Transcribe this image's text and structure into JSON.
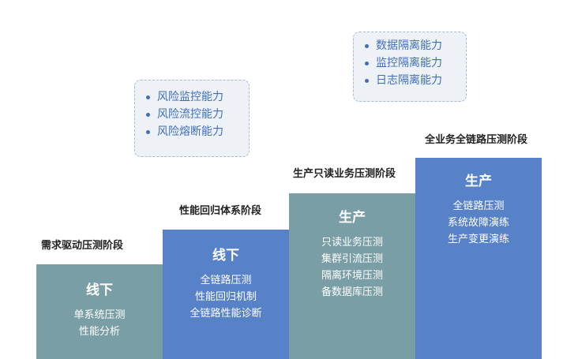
{
  "colors": {
    "teal_step": "#7a9ea5",
    "blue_step": "#5782c8",
    "box_text": "#3f6fb8",
    "box_border": "#a6b9d6",
    "box_bg": "#eef2f7"
  },
  "stages": [
    {
      "title": "需求驱动压测阶段",
      "header": "线下",
      "lines": [
        "单系统压测",
        "性能分析"
      ]
    },
    {
      "title": "性能回归体系阶段",
      "header": "线下",
      "lines": [
        "全链路压测",
        "性能回归机制",
        "全链路性能诊断"
      ]
    },
    {
      "title": "生产只读业务压测阶段",
      "header": "生产",
      "lines": [
        "只读业务压测",
        "集群引流压测",
        "隔离环境压测",
        "备数据库压测"
      ]
    },
    {
      "title": "全业务全链路压测阶段",
      "header": "生产",
      "lines": [
        "全链路压测",
        "系统故障演练",
        "生产变更演练"
      ]
    }
  ],
  "capability_boxes": [
    {
      "items": [
        "风险监控能力",
        "风险流控能力",
        "风险熔断能力"
      ]
    },
    {
      "items": [
        "数据隔离能力",
        "监控隔离能力",
        "日志隔离能力"
      ]
    }
  ]
}
